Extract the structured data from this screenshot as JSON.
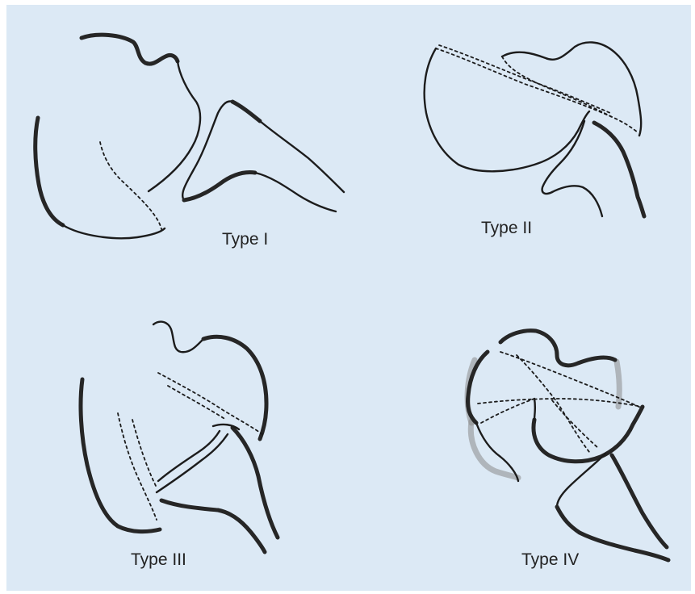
{
  "diagram": {
    "background_color": "#dce9f5",
    "line_color": "#1c1c1c",
    "panels": [
      {
        "label": "Type I"
      },
      {
        "label": "Type II"
      },
      {
        "label": "Type III"
      },
      {
        "label": "Type IV"
      }
    ]
  }
}
